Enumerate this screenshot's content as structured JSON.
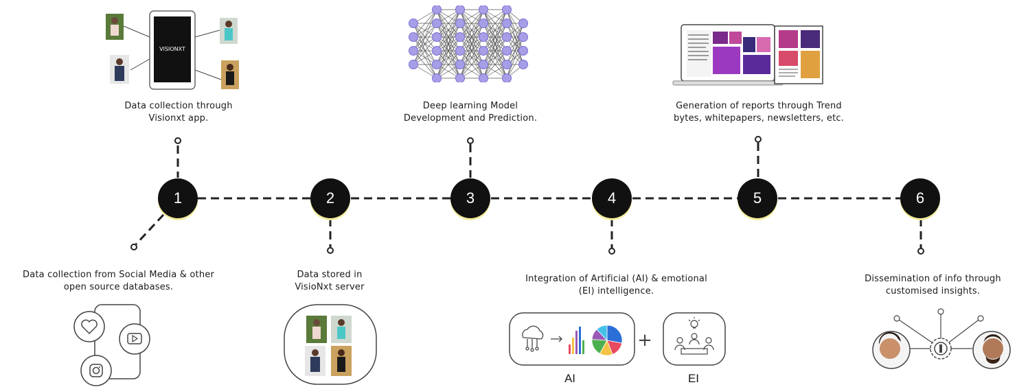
{
  "steps": [
    {
      "number": "1",
      "caption": [
        "Data collection through",
        "Visionxt app."
      ]
    },
    {
      "number": "2",
      "caption": [
        "Data stored in",
        "VisioNxt server"
      ]
    },
    {
      "number": "3",
      "caption": [
        "Deep learning Model",
        "Development and Prediction."
      ]
    },
    {
      "number": "4",
      "caption": [
        "Integration of Artificial (AI) & emotional",
        "(EI) intelligence."
      ]
    },
    {
      "number": "5",
      "caption": [
        "Generation of reports through Trend",
        "bytes, whitepapers, newsletters, etc."
      ]
    },
    {
      "number": "6",
      "caption": [
        "Dissemination of info through",
        "customised insights."
      ]
    }
  ],
  "extra_caption": [
    "Data collection from Social Media & other",
    "open source databases."
  ],
  "app_logo": "VISIONXT",
  "ai_label": "AI",
  "ei_label": "EI",
  "plus": "+",
  "colors": {
    "circle": "#111111",
    "glow": "#f3ec9a",
    "line": "#222222",
    "pie": [
      "#2a6fd8",
      "#e84a5f",
      "#f5c243",
      "#4caf50",
      "#9b59b6",
      "#45c1e8"
    ]
  },
  "icons": [
    "heart-icon",
    "play-icon",
    "instagram-icon",
    "cloud-network-icon",
    "arrow-icon",
    "bar-chart-icon",
    "pie-chart-icon",
    "lightbulb-icon",
    "meeting-icon",
    "gear-icon",
    "photo-thumbnail"
  ]
}
